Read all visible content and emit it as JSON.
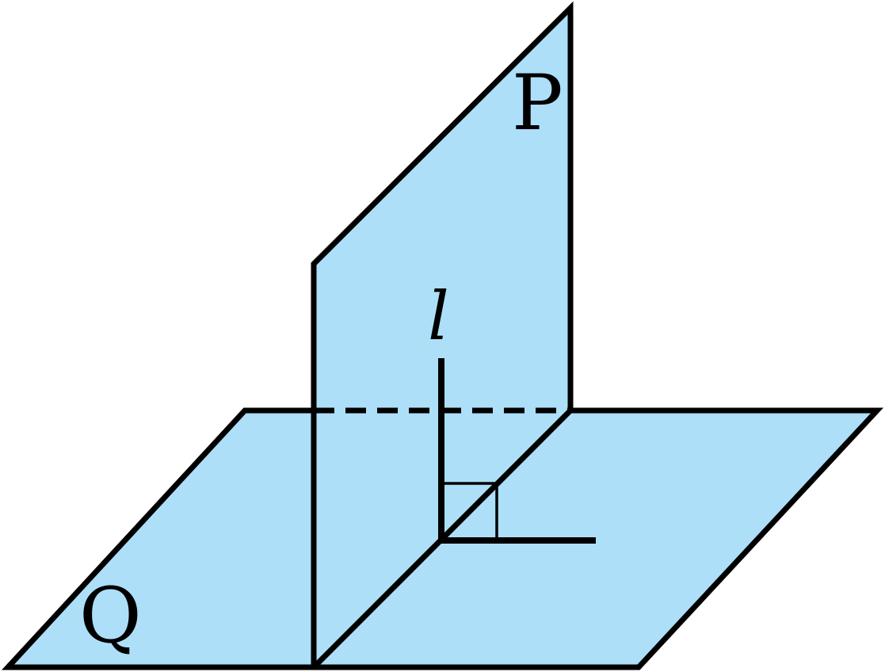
{
  "diagram": {
    "plane_p_label": "P",
    "plane_q_label": "Q",
    "line_label": "l",
    "colors": {
      "plane_fill": "#ADDFF8",
      "stroke": "#000000",
      "background": "#FFFFFF"
    }
  }
}
